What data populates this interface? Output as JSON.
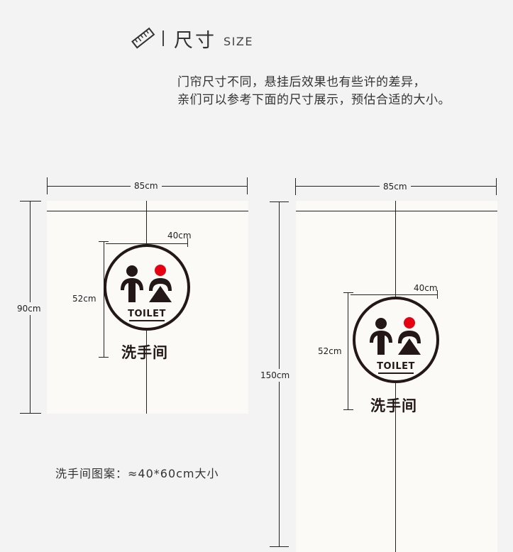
{
  "header": {
    "title_cn": "尺寸",
    "title_en": "SIZE",
    "icon": "ruler-icon"
  },
  "description": [
    "门帘尺寸不同，悬挂后效果也有些许的差异，",
    "亲们可以参考下面的尺寸展示，预估合适的大小。"
  ],
  "left_curtain": {
    "width_label": "85cm",
    "height_label": "90cm",
    "sign_width_label": "40cm",
    "sign_height_label": "52cm"
  },
  "right_curtain": {
    "width_label": "85cm",
    "height_label": "150cm",
    "sign_width_label": "40cm",
    "sign_height_label": "52cm"
  },
  "sign": {
    "word": "TOILET",
    "cn_label": "洗手间",
    "male_color": "#231815",
    "female_head_color": "#e60012"
  },
  "footnote": "洗手间图案：≈40*60cm大小"
}
